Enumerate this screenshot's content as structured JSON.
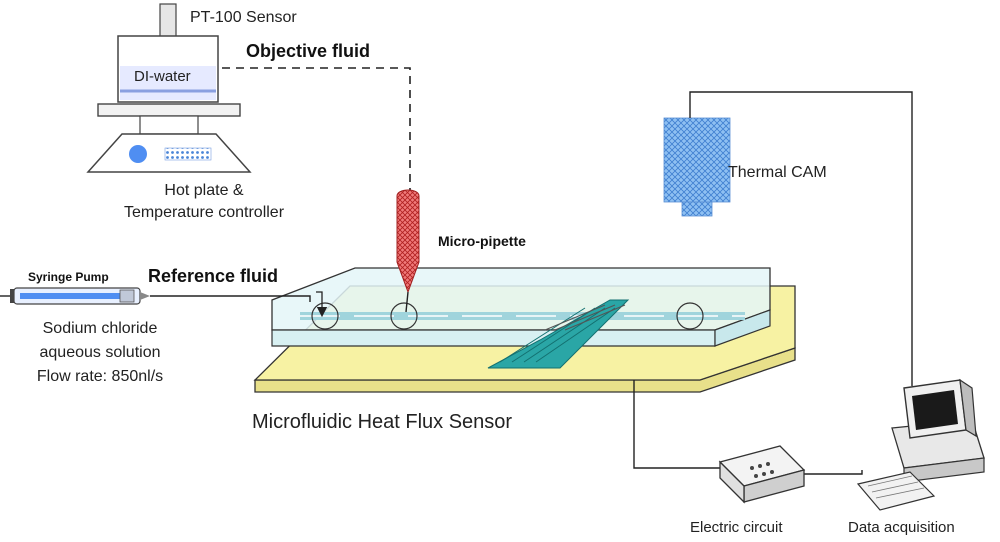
{
  "labels": {
    "pt100": "PT-100 Sensor",
    "di_water": "DI-water",
    "objective_fluid": "Objective fluid",
    "hot_plate_1": "Hot plate &",
    "hot_plate_2": "Temperature controller",
    "thermal_cam": "Thermal CAM",
    "micro_pipette": "Micro-pipette",
    "syringe_pump": "Syringe Pump",
    "reference_fluid": "Reference fluid",
    "solution_1": "Sodium chloride",
    "solution_2": "aqueous solution",
    "flow_rate": "Flow rate: 850nl/s",
    "sensor": "Microfluidic Heat Flux Sensor",
    "electric_circuit": "Electric circuit",
    "data_acquisition": "Data acquisition"
  },
  "colors": {
    "yellow_base": "#f7f2a3",
    "channel": "#cfeff2",
    "pipette": "#e05a5a",
    "water": "#dde4ff",
    "camera": "#6fa9e8",
    "sensor_strip": "#2aa6a6",
    "line": "#222222"
  }
}
